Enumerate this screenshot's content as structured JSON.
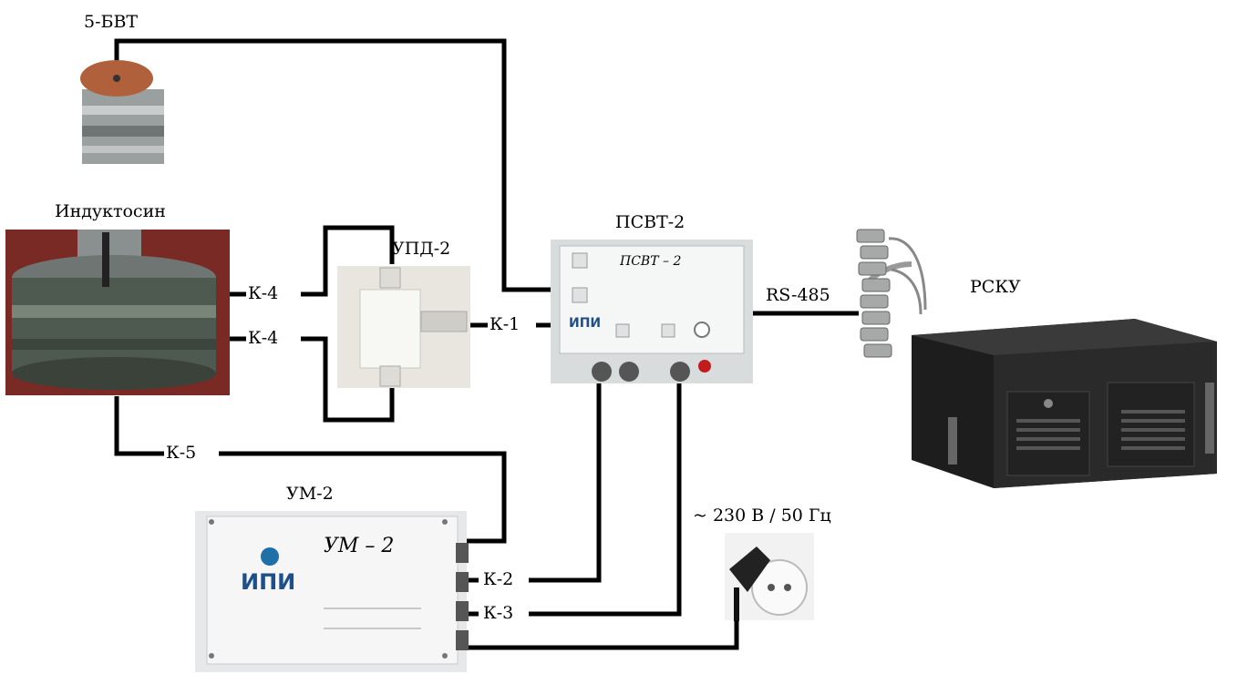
{
  "devices": {
    "bvt": "5-БВТ",
    "inductosin": "Индуктосин",
    "upd": "УПД-2",
    "psvt": "ПСВТ-2",
    "pcku": "РСКУ",
    "um": "УМ-2",
    "power": "~ 230 В / 50 Гц"
  },
  "cables": {
    "k4_top": "К-4",
    "k4_bottom": "К-4",
    "k1": "К-1",
    "k5": "К-5",
    "k2": "К-2",
    "k3": "К-3",
    "rs485": "RS-485"
  },
  "panels": {
    "psvt_title": "ПСВТ – 2",
    "um_title": "УМ – 2",
    "logo": "ИПИ"
  }
}
